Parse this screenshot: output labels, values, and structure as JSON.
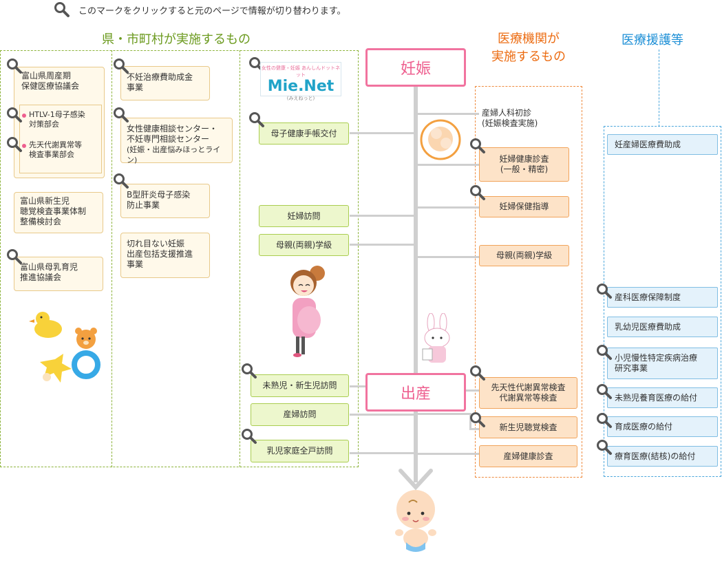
{
  "legend": {
    "text": "このマークをクリックすると元のページで情報が切り替わります。"
  },
  "sections": {
    "prefecture": "県・市町村が実施するもの",
    "medical_line1": "医療機関が",
    "medical_line2": "実施するもの",
    "support": "医療援護等"
  },
  "timeline": {
    "pregnancy": "妊娠",
    "birth": "出産"
  },
  "pref_col1": {
    "group_title_1": "富山県周産期",
    "group_title_2": "保健医療協議会",
    "sub1_1": "HTLV-1母子感染",
    "sub1_2": "対策部会",
    "sub2_1": "先天代謝異常等",
    "sub2_2": "検査事業部会",
    "hearing_1": "富山県新生児",
    "hearing_2": "聴覚検査事業体制",
    "hearing_3": "整備検討会",
    "breast_1": "富山県母乳育児",
    "breast_2": "推進協議会"
  },
  "pref_col2": {
    "infertility_1": "不妊治療費助成金",
    "infertility_2": "事業",
    "center_1": "女性健康相談センター・",
    "center_2": "不妊専門相談センター",
    "center_3": "(妊娠・出産悩みほっとライン)",
    "hepb_1": "B型肝炎母子感染",
    "hepb_2": "防止事業",
    "seamless_1": "切れ目ない妊娠",
    "seamless_2": "出産包括支援推進",
    "seamless_3": "事業"
  },
  "muni": {
    "mienet_top": "女性の健康・妊娠 あんしんドットネット",
    "mienet_logo": "Mie.Net",
    "mienet_sub": "(みえねっと)",
    "handbook": "母子健康手帳交付",
    "visit_pregnant": "妊婦訪問",
    "parent_class": "母親(両親)学級",
    "premature_visit": "未熟児・新生児訪問",
    "postpartum_visit": "産婦訪問",
    "infant_visit": "乳児家庭全戸訪問"
  },
  "medical": {
    "first_visit_1": "産婦人科初診",
    "first_visit_2": "(妊娠検査実施)",
    "checkup_1": "妊婦健康診査",
    "checkup_2": "(一般・精密)",
    "guidance": "妊婦保健指導",
    "parent_class": "母親(両親)学級",
    "congenital_1": "先天性代謝異常検査",
    "congenital_2": "代謝異常等検査",
    "hearing": "新生児聴覚検査",
    "postpartum": "産婦健康診査"
  },
  "support": {
    "medical_subsidy": "妊産婦医療費助成",
    "obstetric_comp": "産科医療保障制度",
    "infant_subsidy": "乳幼児医療費助成",
    "chronic_1": "小児慢性特定疾病治療",
    "chronic_2": "研究事業",
    "premature_care": "未熟児養育医療の給付",
    "rehab_care": "育成医療の給付",
    "tb_care": "療育医療(結核)の給付"
  },
  "colors": {
    "green": "#8cb33a",
    "orange": "#ef8a3d",
    "blue": "#4aa6dc",
    "pink": "#f1739f"
  }
}
